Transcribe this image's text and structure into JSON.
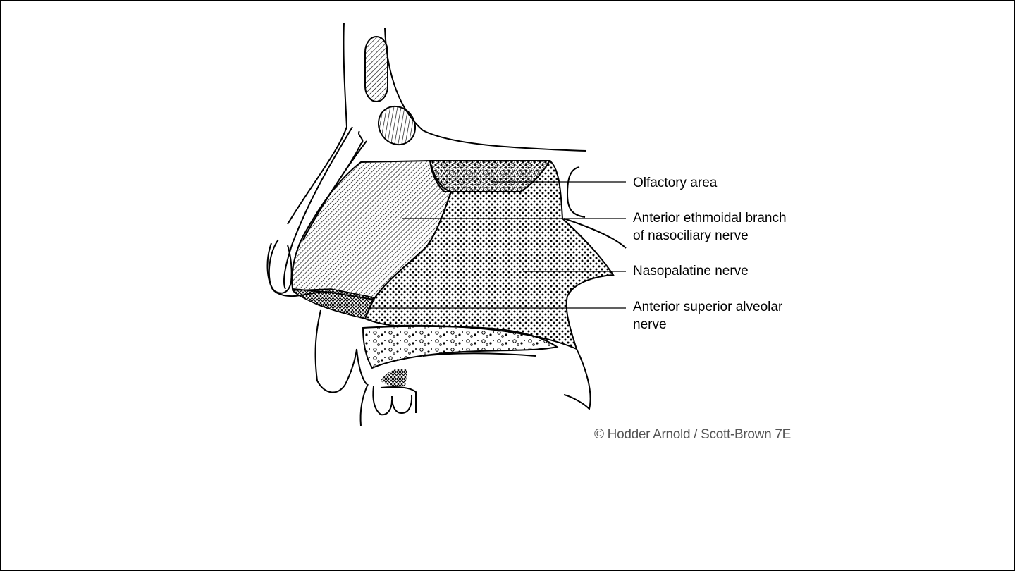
{
  "figure": {
    "labels": {
      "olfactory_area": "Olfactory area",
      "anterior_ethmoidal_line1": "Anterior ethmoidal branch",
      "anterior_ethmoidal_line2": "of nasociliary nerve",
      "nasopalatine": "Nasopalatine nerve",
      "anterior_superior_alveolar_line1": "Anterior superior alveolar",
      "anterior_superior_alveolar_line2": "nerve"
    },
    "copyright": "© Hodder Arnold / Scott-Brown 7E"
  },
  "colors": {
    "line": "#000000",
    "background": "#ffffff",
    "copyright_text": "#555555"
  }
}
